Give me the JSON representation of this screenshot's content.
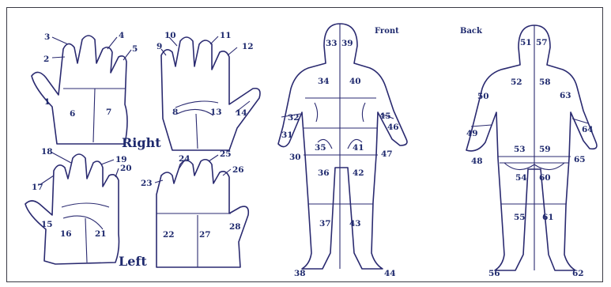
{
  "labels": {
    "right": "Right",
    "left": "Left",
    "front": "Front",
    "back": "Back"
  },
  "regions": [
    "1",
    "2",
    "3",
    "4",
    "5",
    "6",
    "7",
    "8",
    "9",
    "10",
    "11",
    "12",
    "13",
    "14",
    "15",
    "16",
    "17",
    "18",
    "19",
    "20",
    "21",
    "22",
    "23",
    "24",
    "25",
    "26",
    "27",
    "28",
    "30",
    "31",
    "32",
    "33",
    "34",
    "35",
    "36",
    "37",
    "38",
    "39",
    "40",
    "41",
    "42",
    "43",
    "44",
    "45",
    "46",
    "47",
    "48",
    "49",
    "50",
    "51",
    "52",
    "53",
    "54",
    "55",
    "56",
    "57",
    "58",
    "59",
    "60",
    "61",
    "62",
    "63",
    "64",
    "65"
  ]
}
